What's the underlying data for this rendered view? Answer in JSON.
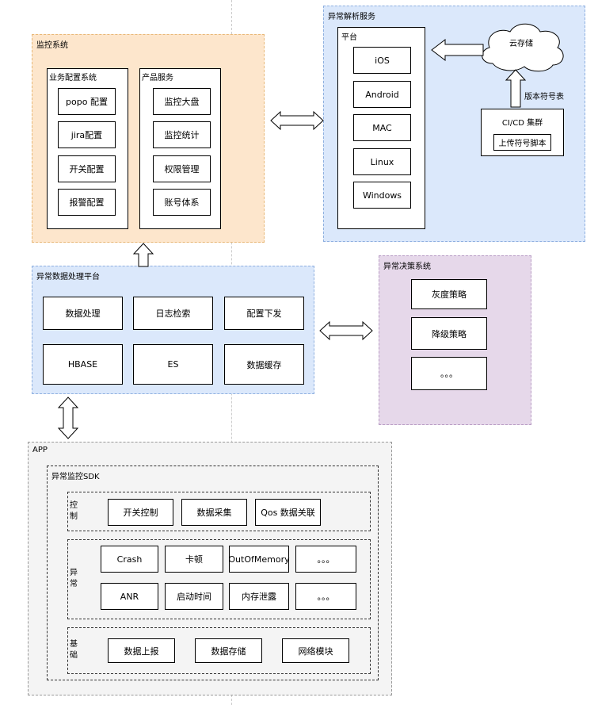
{
  "monitor": {
    "title": "监控系统",
    "biz_config": {
      "title": "业务配置系统",
      "items": [
        "popo 配置",
        "jira配置",
        "开关配置",
        "报警配置"
      ]
    },
    "product": {
      "title": "产品服务",
      "items": [
        "监控大盘",
        "监控统计",
        "权限管理",
        "账号体系"
      ]
    }
  },
  "parse": {
    "title": "异常解析服务",
    "platform": {
      "title": "平台",
      "items": [
        "iOS",
        "Android",
        "MAC",
        "Linux",
        "Windows"
      ]
    },
    "cloud": "云存储",
    "version_label": "版本符号表",
    "cicd": {
      "title": "CI/CD 集群",
      "script": "上传符号脚本"
    }
  },
  "processing": {
    "title": "异常数据处理平台",
    "items": [
      "数据处理",
      "日志检索",
      "配置下发",
      "HBASE",
      "ES",
      "数据缓存"
    ]
  },
  "decision": {
    "title": "异常决策系统",
    "items": [
      "灰度策略",
      "降级策略",
      "。。。"
    ]
  },
  "app": {
    "title": "APP",
    "sdk": {
      "title": "异常监控SDK",
      "control": {
        "label": "控制",
        "items": [
          "开关控制",
          "数据采集",
          "Qos 数据关联"
        ]
      },
      "exception": {
        "label": "异常",
        "row1": [
          "Crash",
          "卡顿",
          "OutOfMemory",
          "。。。"
        ],
        "row2": [
          "ANR",
          "启动时间",
          "内存泄露",
          "。。。"
        ]
      },
      "base": {
        "label": "基础",
        "items": [
          "数据上报",
          "数据存储",
          "网络模块"
        ]
      }
    }
  },
  "colors": {
    "monitor_bg": "#fde6cc",
    "parse_bg": "#dbe8fb",
    "processing_bg": "#dbe8fb",
    "decision_bg": "#e6d8ea",
    "app_bg": "#f4f4f4"
  }
}
